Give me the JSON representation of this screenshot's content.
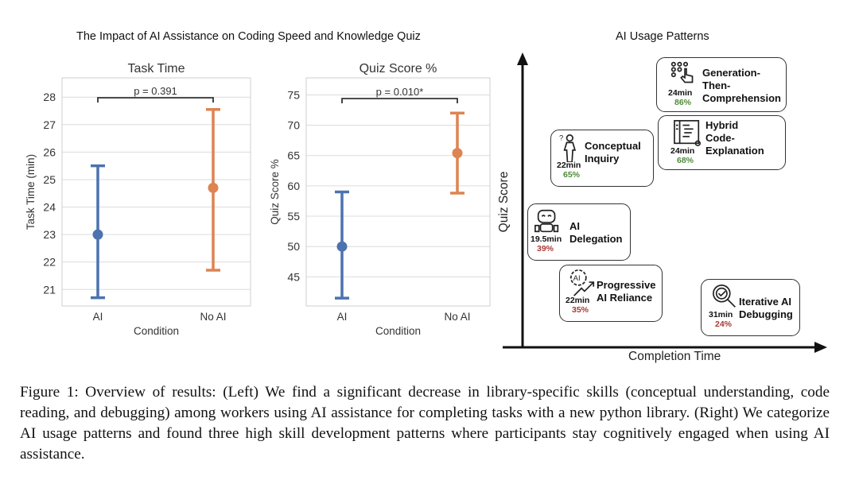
{
  "left_title": "The Impact of AI Assistance on Coding Speed and Knowledge Quiz",
  "right_title": "AI Usage Patterns",
  "chart_data": [
    {
      "type": "errorbar",
      "title": "Task Time",
      "xlabel": "Condition",
      "ylabel": "Task Time (min)",
      "categories": [
        "AI",
        "No AI"
      ],
      "means": [
        23.0,
        24.7
      ],
      "ci_low": [
        20.7,
        21.7
      ],
      "ci_high": [
        25.5,
        27.55
      ],
      "yticks": [
        21,
        22,
        23,
        24,
        25,
        26,
        27,
        28
      ],
      "ylim": [
        20.4,
        28.7
      ],
      "annotation": "p = 0.391",
      "grid": true
    },
    {
      "type": "errorbar",
      "title": "Quiz Score %",
      "xlabel": "Condition",
      "ylabel": "Quiz Score %",
      "categories": [
        "AI",
        "No AI"
      ],
      "means": [
        50.0,
        65.4
      ],
      "ci_low": [
        41.5,
        58.8
      ],
      "ci_high": [
        59.0,
        72.0
      ],
      "yticks": [
        45,
        50,
        55,
        60,
        65,
        70,
        75
      ],
      "ylim": [
        40.2,
        77.8
      ],
      "annotation": "p = 0.010*",
      "grid": true
    }
  ],
  "colors": {
    "ai": "#4c72b0",
    "no_ai": "#dd8452",
    "high": "#4e8a3a",
    "low": "#a63a32"
  },
  "diagram": {
    "xlabel": "Completion Time",
    "ylabel": "Quiz Score",
    "patterns": [
      {
        "name": "Generation-Then-Comprehension",
        "lines": [
          "Generation-",
          "Then-",
          "Comprehension"
        ],
        "time": "24min",
        "score": "86%",
        "level": "high",
        "icon": "hand-pointer-icon"
      },
      {
        "name": "Hybrid Code-Explanation",
        "lines": [
          "Hybrid",
          "Code-",
          "Explanation"
        ],
        "time": "24min",
        "score": "68%",
        "level": "high",
        "icon": "code-document-icon"
      },
      {
        "name": "Conceptual Inquiry",
        "lines": [
          "Conceptual",
          "Inquiry"
        ],
        "time": "22min",
        "score": "65%",
        "level": "high",
        "icon": "thinking-person-icon"
      },
      {
        "name": "AI Delegation",
        "lines": [
          "AI",
          "Delegation"
        ],
        "time": "19.5min",
        "score": "39%",
        "level": "low",
        "icon": "robot-icon"
      },
      {
        "name": "Progressive AI Reliance",
        "lines": [
          "Progressive",
          "AI Reliance"
        ],
        "time": "22min",
        "score": "35%",
        "level": "low",
        "icon": "ai-gear-trend-icon"
      },
      {
        "name": "Iterative AI Debugging",
        "lines": [
          "Iterative AI",
          "Debugging"
        ],
        "time": "31min",
        "score": "24%",
        "level": "low",
        "icon": "magnifier-check-icon"
      }
    ]
  },
  "caption": "Figure 1: Overview of results: (Left) We find a significant decrease in library-specific skills (conceptual understanding, code reading, and debugging) among workers using AI assistance for completing tasks with a new python library. (Right) We categorize AI usage patterns and found three high skill development patterns where participants stay cognitively engaged when using AI assistance."
}
